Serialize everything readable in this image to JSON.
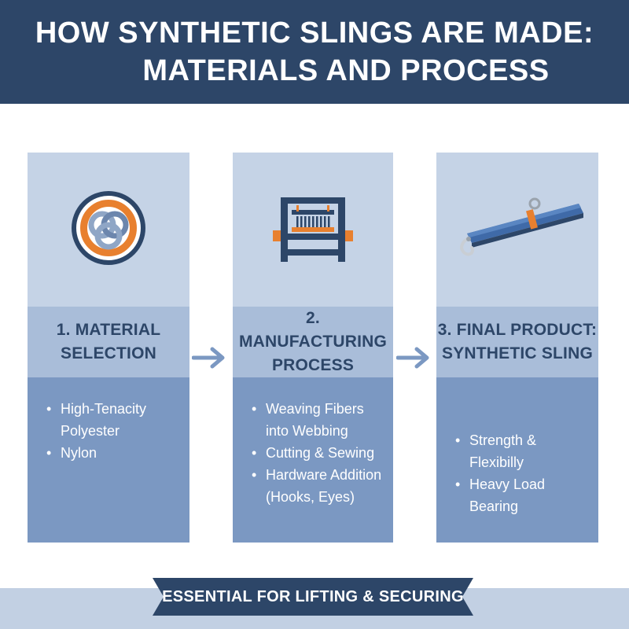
{
  "title": {
    "line1": "HOW SYNTHETIC SLINGS ARE MADE:",
    "line2": "MATERIALS AND PROCESS"
  },
  "steps": [
    {
      "icon": "interlocking-rings-icon",
      "heading_line1": "1. MATERIAL",
      "heading_line2": "SELECTION",
      "bullets": [
        "High-Tenacity Polyester",
        "Nylon"
      ]
    },
    {
      "icon": "weaving-loom-icon",
      "heading_line1": "2. MANUFACTURING",
      "heading_line2": "PROCESS",
      "bullets": [
        "Weaving Fibers into Webbing",
        "Cutting & Sewing",
        "Hardware Addition (Hooks, Eyes)"
      ]
    },
    {
      "icon": "sling-with-hook-icon",
      "heading_line1": "3. FINAL PRODUCT:",
      "heading_line2": "SYNTHETIC SLING",
      "bullets": [
        "Strength & Flexibilly",
        "Heavy Load Bearing"
      ]
    }
  ],
  "footer": {
    "banner_text": "ESSENTIAL FOR LIFTING & SECURING"
  },
  "colors": {
    "navy": "#2d4668",
    "light_blue": "#c5d3e6",
    "mid_blue": "#a9bdd9",
    "steel_blue": "#7b98c2",
    "accent_orange": "#e8802f"
  }
}
